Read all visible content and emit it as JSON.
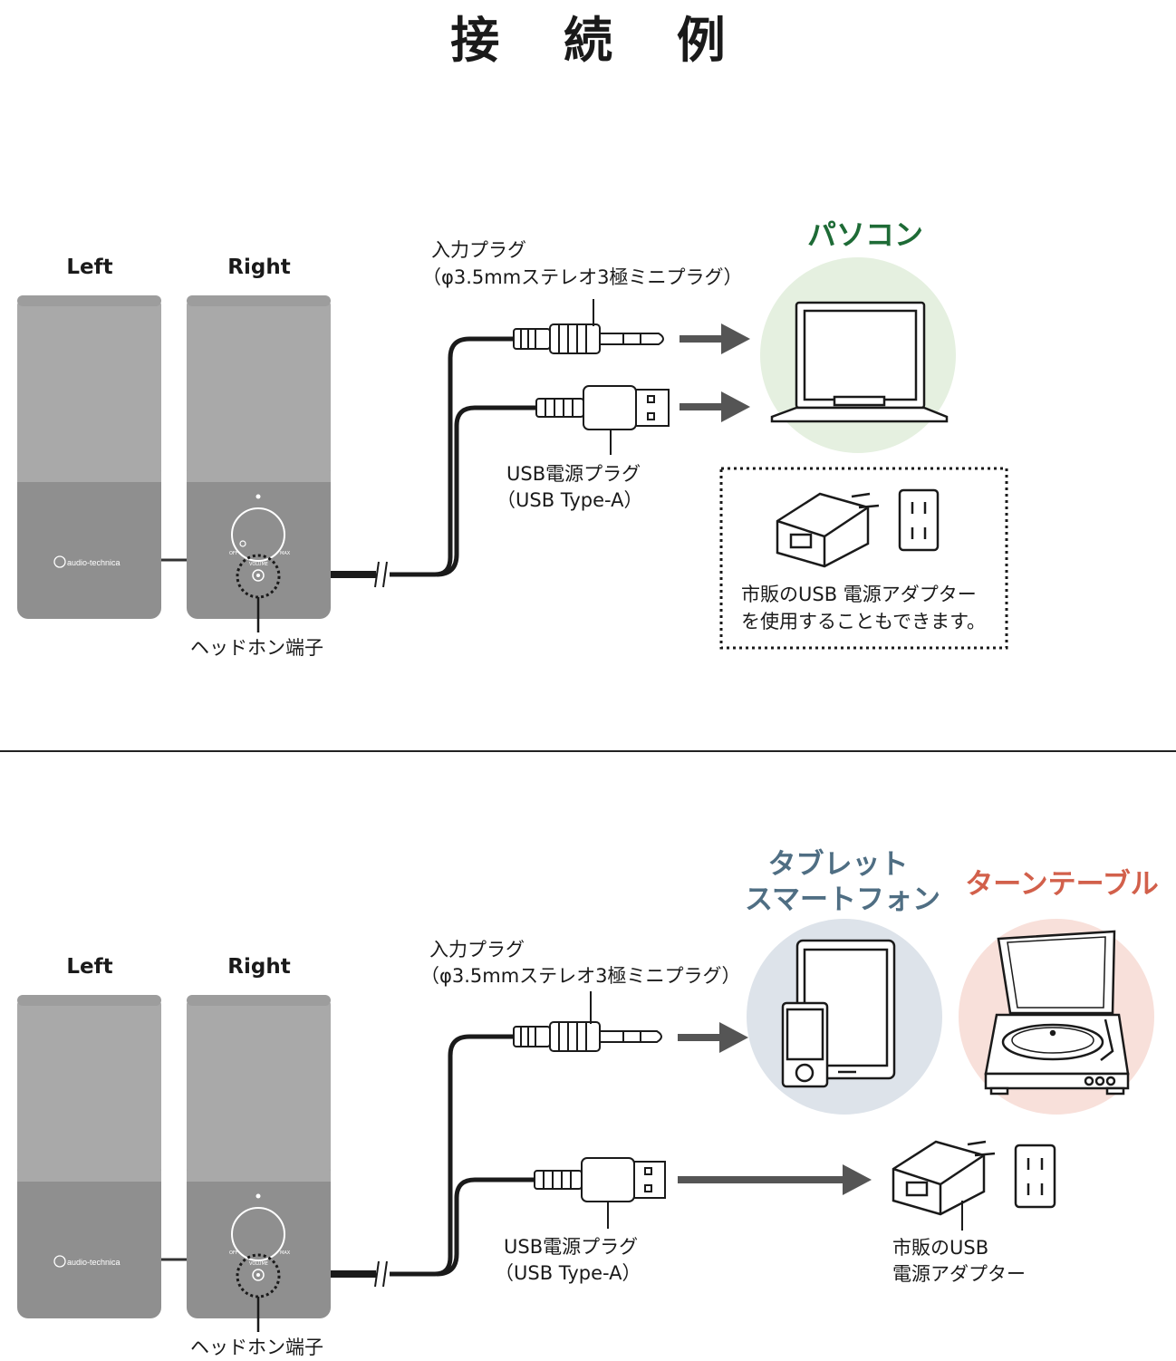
{
  "title": "接 続 例",
  "colors": {
    "pc": "#1e6b36",
    "pc_circle": "#e5f0e0",
    "tablet": "#4f6e83",
    "tablet_circle": "#dde3ea",
    "turntable": "#d2604b",
    "turntable_circle": "#f8e0da",
    "speaker_top": "#a9a9a9",
    "speaker_bottom": "#8f8f8f",
    "arrow": "#555555"
  },
  "section1": {
    "speaker_left_label": "Left",
    "speaker_right_label": "Right",
    "brand": "audio-technica",
    "knob_off": "OFF",
    "knob_max": "MAX",
    "knob_volume": "VOLUME",
    "headphone_label": "ヘッドホン端子",
    "input_plug_line1": "入力プラグ",
    "input_plug_line2": "（φ3.5mmステレオ3極ミニプラグ）",
    "usb_plug_line1": "USB電源プラグ",
    "usb_plug_line2": "（USB Type-A）",
    "pc_title": "パソコン",
    "adapter_note_line1": "市販のUSB 電源アダプター",
    "adapter_note_line2": "を使用することもできます。"
  },
  "section2": {
    "speaker_left_label": "Left",
    "speaker_right_label": "Right",
    "brand": "audio-technica",
    "knob_off": "OFF",
    "knob_max": "MAX",
    "knob_volume": "VOLUME",
    "headphone_label": "ヘッドホン端子",
    "input_plug_line1": "入力プラグ",
    "input_plug_line2": "（φ3.5mmステレオ3極ミニプラグ）",
    "usb_plug_line1": "USB電源プラグ",
    "usb_plug_line2": "（USB Type-A）",
    "tablet_title_line1": "タブレット",
    "tablet_title_line2": "スマートフォン",
    "turntable_title": "ターンテーブル",
    "adapter_line1": "市販のUSB",
    "adapter_line2": "電源アダプター"
  }
}
